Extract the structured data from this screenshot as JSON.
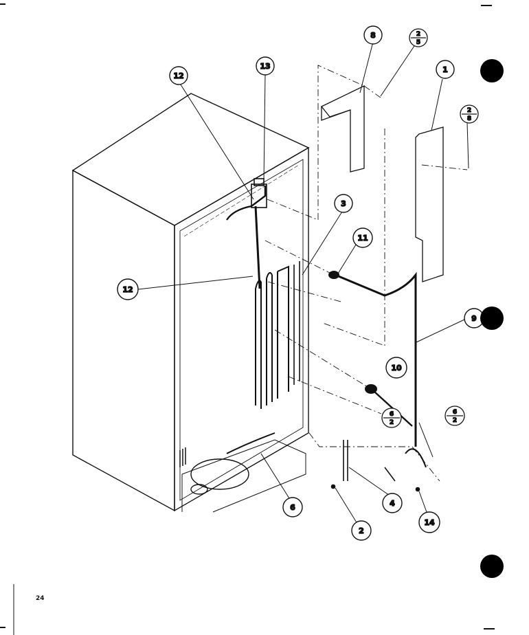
{
  "page_number": "24",
  "colors": {
    "ink": "#111111",
    "paper": "#ffffff"
  },
  "callouts": {
    "c1": "1",
    "c2": "2",
    "c3": "3",
    "c4": "4",
    "c6": "6",
    "c8": "8",
    "c9": "9",
    "c10": "10",
    "c11": "11",
    "c12a": "12",
    "c12b": "12",
    "c13": "13",
    "c14": "14"
  },
  "ref_fractions": {
    "f1": {
      "num": "2",
      "den": "5"
    },
    "f2": {
      "num": "2",
      "den": "8"
    },
    "f3": {
      "num": "6",
      "den": "2"
    },
    "f4": {
      "num": "6",
      "den": "2"
    }
  },
  "icons": [
    "registration-dot",
    "callout-circle",
    "reference-fraction-circle"
  ]
}
